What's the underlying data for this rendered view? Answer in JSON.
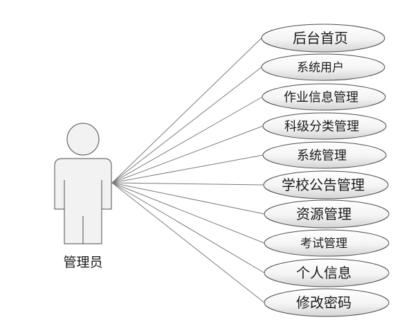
{
  "actor": {
    "label": "管理员"
  },
  "use_cases": [
    {
      "label": "后台首页"
    },
    {
      "label": "系统用户"
    },
    {
      "label": "作业信息管理"
    },
    {
      "label": "科级分类管理"
    },
    {
      "label": "系统管理"
    },
    {
      "label": "学校公告管理"
    },
    {
      "label": "资源管理"
    },
    {
      "label": "考试管理"
    },
    {
      "label": "个人信息"
    },
    {
      "label": "修改密码"
    }
  ],
  "colors": {
    "stroke": "#4a4a4a",
    "ellipse_fill_top": "#ffffff",
    "ellipse_fill_bottom": "#d6d6d6",
    "actor_fill": "#f2f2f2",
    "line": "#8a8a8a"
  }
}
